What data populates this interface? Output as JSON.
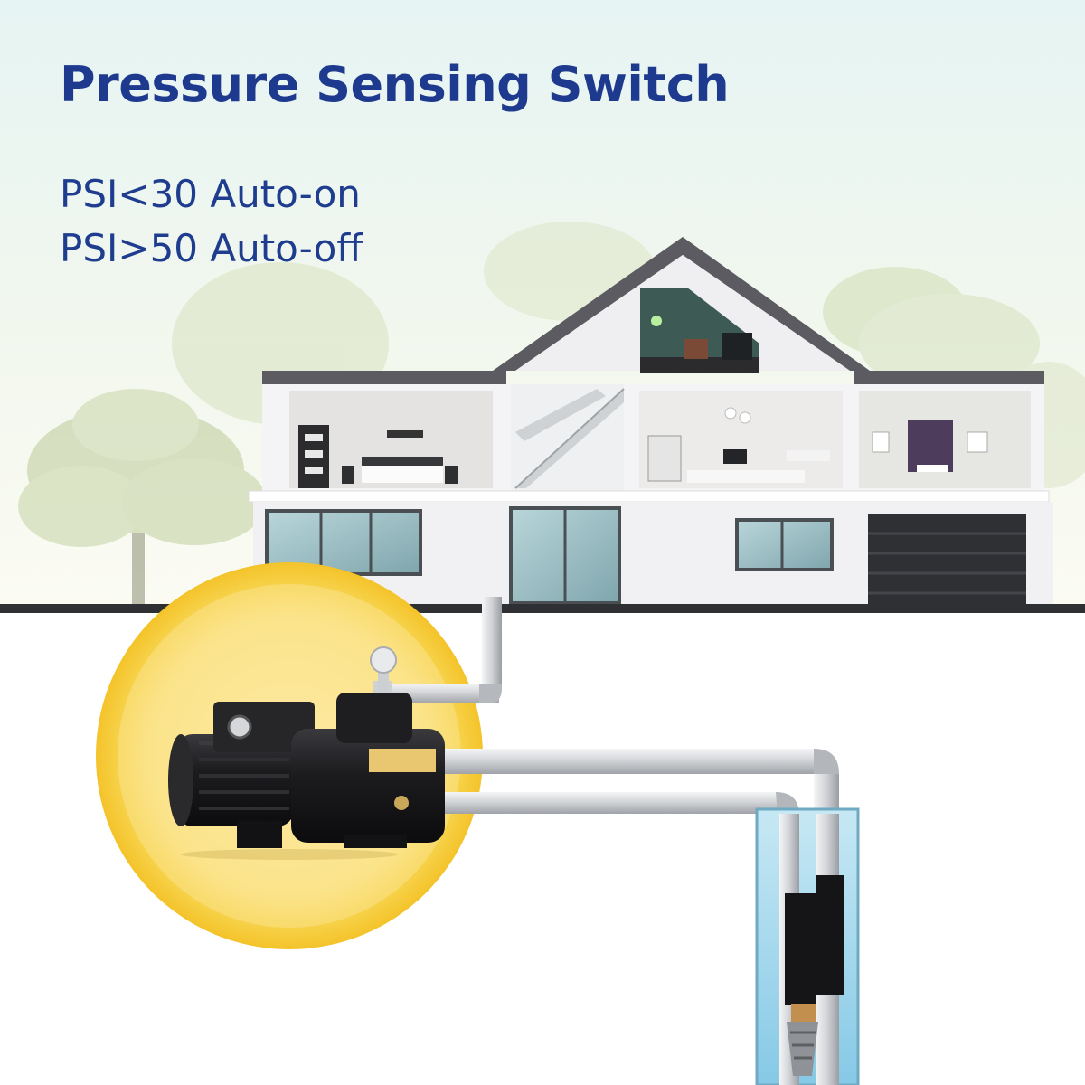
{
  "headline": "Pressure Sensing Switch",
  "specs": [
    "PSI<30 Auto-on",
    "PSI>50 Auto-off"
  ],
  "colors": {
    "headline_text": "#1e3a8e",
    "spec_text": "#1f3d8f",
    "sky_top": "#eaf5f2",
    "sky_bottom": "#f7f9ee",
    "highlight_glow": "#f7c932",
    "highlight_core": "#fbe58a",
    "house_wall": "#f3f3f5",
    "roof": "#5a5a60",
    "pipe": "#c9cbcf",
    "pump_body": "#1b1b1d",
    "well_water": "#a8d8ee"
  },
  "icons": [
    "tree-illustration",
    "house-cutaway-illustration",
    "pressure-gauge-icon",
    "jet-pump-illustration",
    "well-casing-illustration",
    "foot-valve-icon"
  ]
}
